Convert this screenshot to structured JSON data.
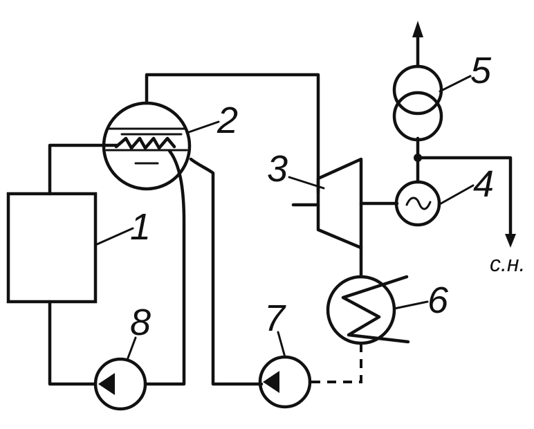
{
  "labels": {
    "n1": "1",
    "n2": "2",
    "n3": "3",
    "n4": "4",
    "n5": "5",
    "n6": "6",
    "n7": "7",
    "n8": "8",
    "aux": "с.н."
  },
  "colors": {
    "ink": "#111111",
    "background": "#ffffff"
  }
}
